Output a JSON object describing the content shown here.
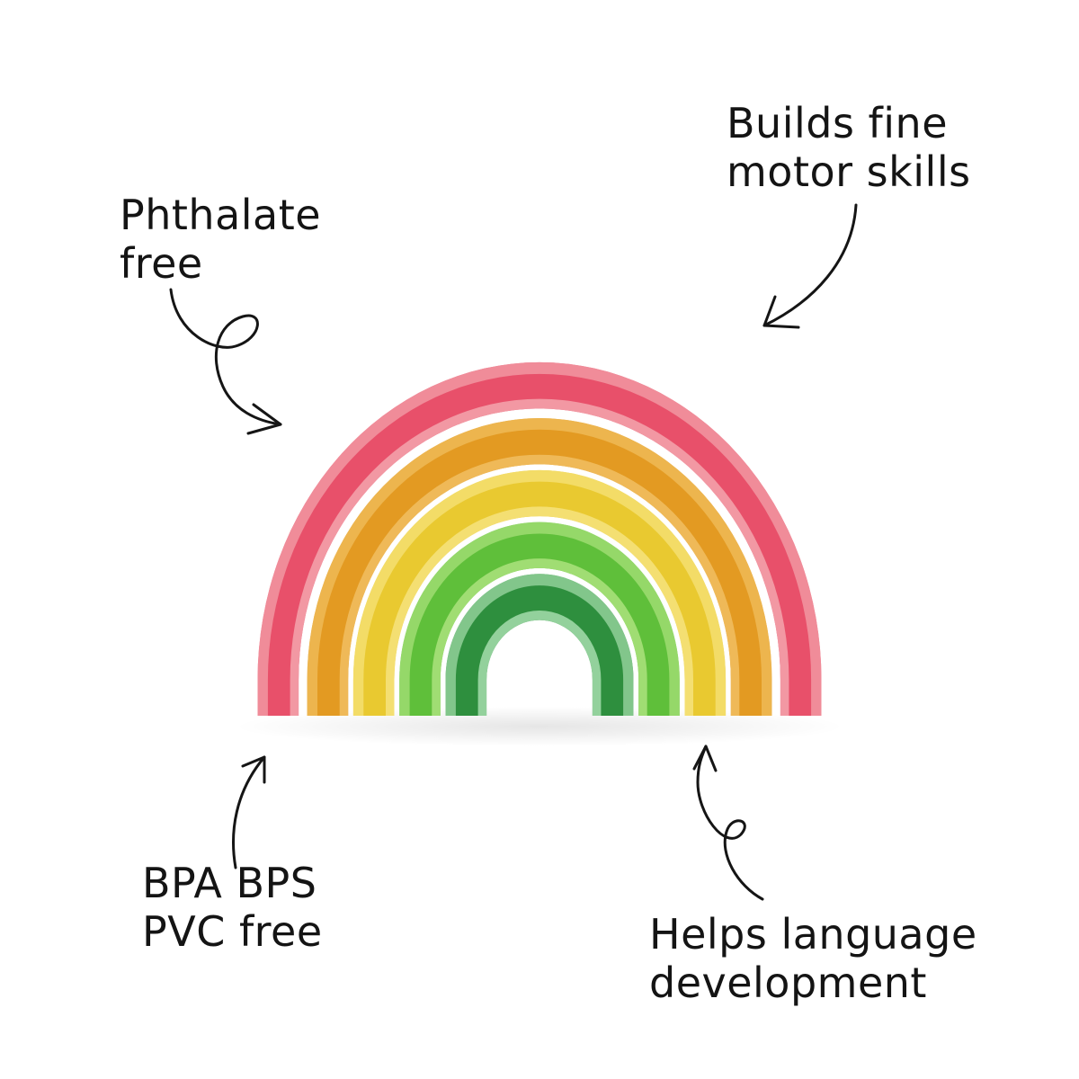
{
  "callouts": {
    "phthalate": {
      "line1": "Phthalate",
      "line2": "free"
    },
    "fine_motor": {
      "line1": "Builds fine",
      "line2": "motor skills"
    },
    "bpa": {
      "line1": "BPA BPS",
      "line2": "PVC free"
    },
    "language": {
      "line1": "Helps language",
      "line2": "development"
    }
  },
  "rainbow": {
    "arc_colors": [
      "#e8506a",
      "#e39a22",
      "#e9c930",
      "#5fbf3a",
      "#2e8f3e"
    ],
    "arc_highlight_colors": [
      "#f3a0aa",
      "#f0bd5e",
      "#f5e17a",
      "#a7e07a",
      "#9fd8a6"
    ]
  },
  "colors": {
    "background": "#ffffff",
    "text": "#141414"
  }
}
